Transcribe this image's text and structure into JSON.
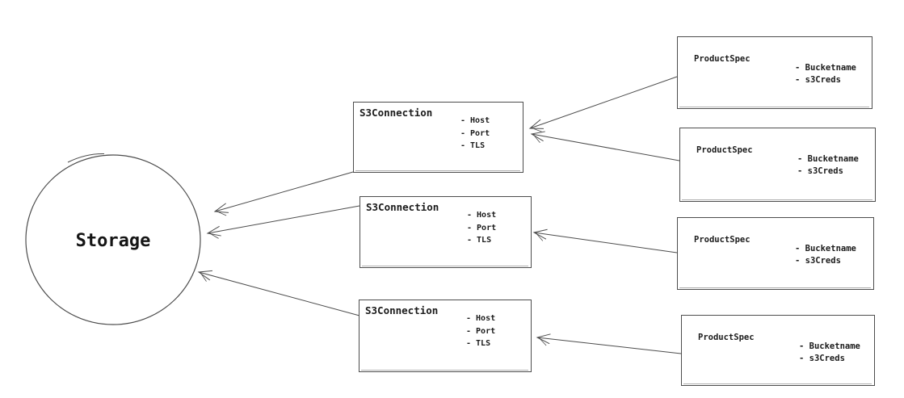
{
  "diagram": {
    "background_color": "#ffffff",
    "stroke_color": "#4d4d4d",
    "text_color": "#1b1b1b",
    "storage": {
      "label": "Storage"
    },
    "s3_connections": [
      {
        "label": "S3Connection",
        "attributes": [
          "- Host",
          "- Port",
          "- TLS"
        ]
      },
      {
        "label": "S3Connection",
        "attributes": [
          "- Host",
          "- Port",
          "- TLS"
        ]
      },
      {
        "label": "S3Connection",
        "attributes": [
          "- Host",
          "- Port",
          "- TLS"
        ]
      }
    ],
    "product_specs": [
      {
        "label": "ProductSpec",
        "attributes": [
          "- Bucketname",
          "- s3Creds"
        ]
      },
      {
        "label": "ProductSpec",
        "attributes": [
          "- Bucketname",
          "- s3Creds"
        ]
      },
      {
        "label": "ProductSpec",
        "attributes": [
          "- Bucketname",
          "- s3Creds"
        ]
      },
      {
        "label": "ProductSpec",
        "attributes": [
          "- Bucketname",
          "- s3Creds"
        ]
      }
    ],
    "edges": [
      {
        "from": "ProductSpec-1",
        "to": "S3Connection-1"
      },
      {
        "from": "ProductSpec-2",
        "to": "S3Connection-1"
      },
      {
        "from": "ProductSpec-3",
        "to": "S3Connection-2"
      },
      {
        "from": "ProductSpec-4",
        "to": "S3Connection-3"
      },
      {
        "from": "S3Connection-1",
        "to": "Storage"
      },
      {
        "from": "S3Connection-2",
        "to": "Storage"
      },
      {
        "from": "S3Connection-3",
        "to": "Storage"
      }
    ]
  }
}
